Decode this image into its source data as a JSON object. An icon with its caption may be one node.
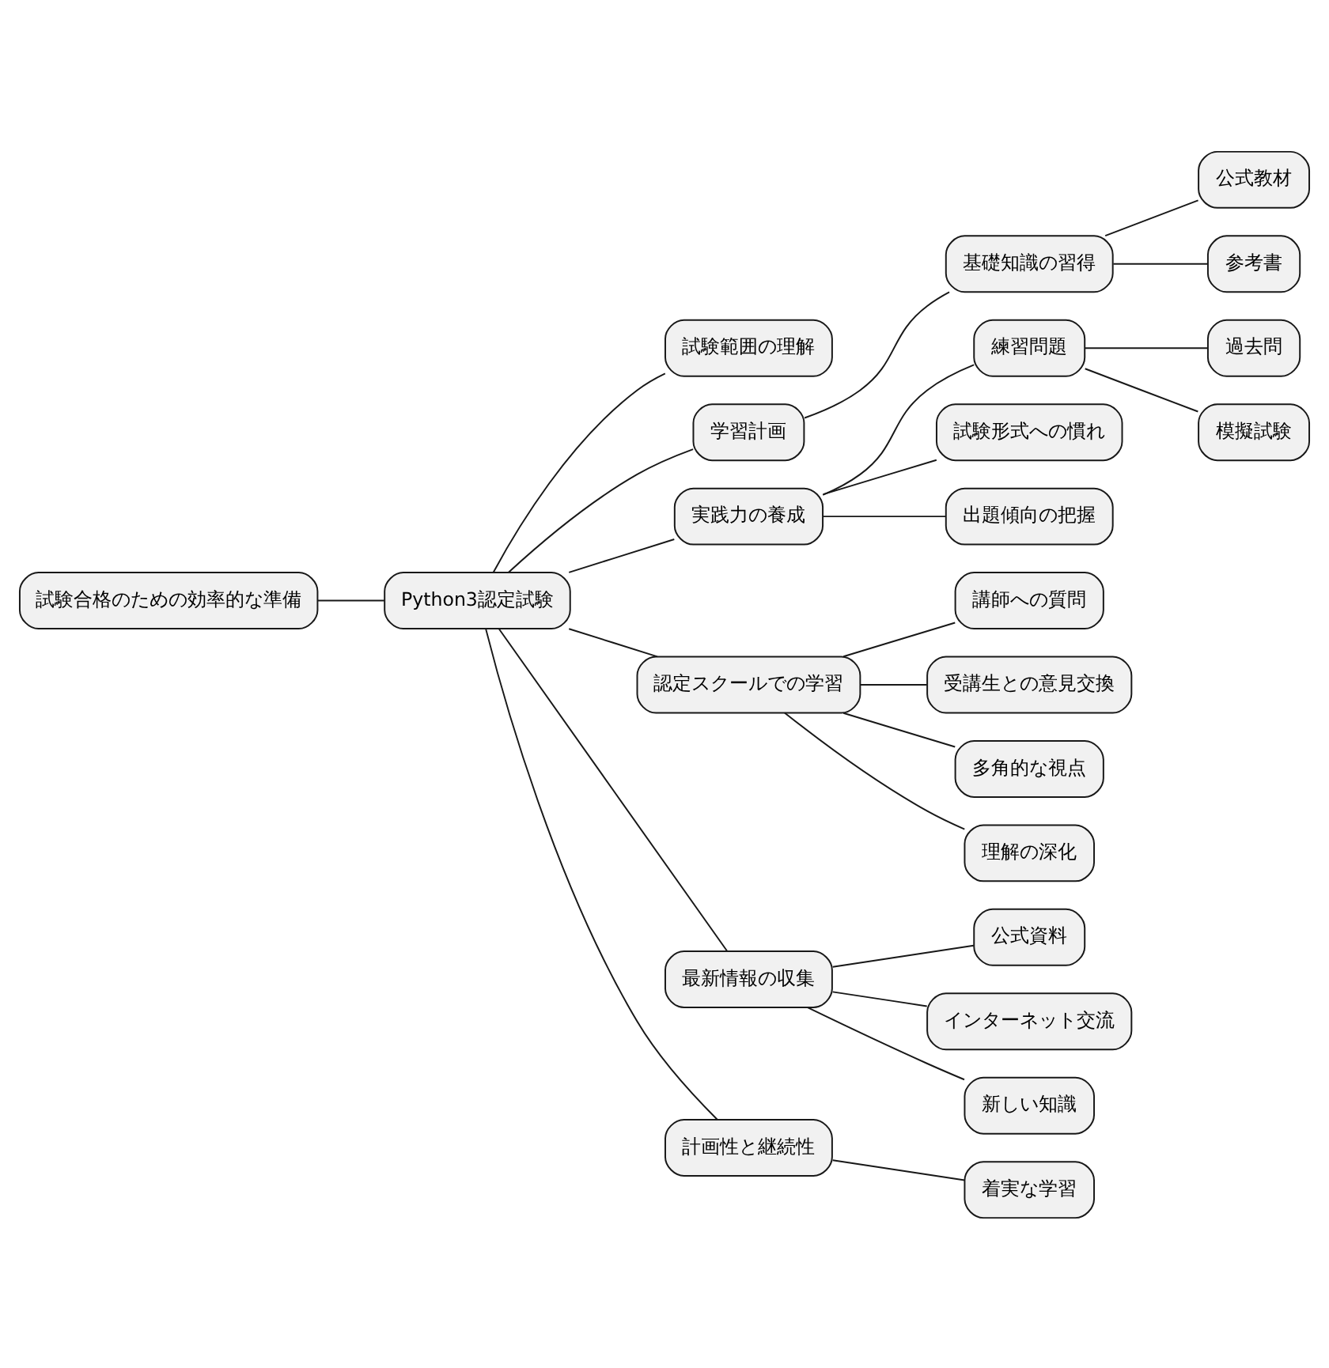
{
  "diagram": {
    "nodes": [
      {
        "text": [
          "試験合格のための効率的な準備"
        ]
      },
      {
        "text": [
          "Python3認定試験"
        ]
      },
      {
        "text": [
          "試験範囲の理解"
        ]
      },
      {
        "text": [
          "学習計画"
        ]
      },
      {
        "text": [
          "基礎知識の習得"
        ]
      },
      {
        "text": [
          "公式教材"
        ]
      },
      {
        "text": [
          "参考書"
        ]
      },
      {
        "text": [
          "実践力の養成"
        ]
      },
      {
        "text": [
          "練習問題"
        ]
      },
      {
        "text": [
          "過去問"
        ]
      },
      {
        "text": [
          "模擬試験"
        ]
      },
      {
        "text": [
          "試験形式への慣れ"
        ]
      },
      {
        "text": [
          "出題傾向の把握"
        ]
      },
      {
        "text": [
          "認定スクールでの学習"
        ]
      },
      {
        "text": [
          "講師への質問"
        ]
      },
      {
        "text": [
          "受講生との意見交換"
        ]
      },
      {
        "text": [
          "多角的な視点"
        ]
      },
      {
        "text": [
          "理解の深化"
        ]
      },
      {
        "text": [
          "最新情報の収集"
        ]
      },
      {
        "text": [
          "公式資料"
        ]
      },
      {
        "text": [
          "インターネット交流"
        ]
      },
      {
        "text": [
          "新しい知識"
        ]
      },
      {
        "text": [
          "計画性と継続性"
        ]
      },
      {
        "text": [
          "着実な学習"
        ]
      }
    ],
    "edges": [
      {
        "from": 0,
        "to": 1,
        "arrow": "none"
      },
      {
        "from": 1,
        "to": 2,
        "arrow": "none"
      },
      {
        "from": 1,
        "to": 3,
        "arrow": "none"
      },
      {
        "from": 3,
        "to": 4,
        "arrow": "none"
      },
      {
        "from": 4,
        "to": 5,
        "arrow": "none"
      },
      {
        "from": 4,
        "to": 6,
        "arrow": "none"
      },
      {
        "from": 1,
        "to": 7,
        "arrow": "none"
      },
      {
        "from": 7,
        "to": 8,
        "arrow": "none"
      },
      {
        "from": 8,
        "to": 9,
        "arrow": "none"
      },
      {
        "from": 8,
        "to": 10,
        "arrow": "none"
      },
      {
        "from": 7,
        "to": 11,
        "arrow": "none"
      },
      {
        "from": 7,
        "to": 12,
        "arrow": "none"
      },
      {
        "from": 1,
        "to": 13,
        "arrow": "none"
      },
      {
        "from": 13,
        "to": 14,
        "arrow": "none"
      },
      {
        "from": 13,
        "to": 15,
        "arrow": "none"
      },
      {
        "from": 13,
        "to": 16,
        "arrow": "none"
      },
      {
        "from": 13,
        "to": 17,
        "arrow": "none"
      },
      {
        "from": 1,
        "to": 18,
        "arrow": "none"
      },
      {
        "from": 18,
        "to": 19,
        "arrow": "none"
      },
      {
        "from": 18,
        "to": 20,
        "arrow": "none"
      },
      {
        "from": 18,
        "to": 21,
        "arrow": "none"
      },
      {
        "from": 1,
        "to": 22,
        "arrow": "none"
      },
      {
        "from": 22,
        "to": 23,
        "arrow": "none"
      }
    ]
  }
}
